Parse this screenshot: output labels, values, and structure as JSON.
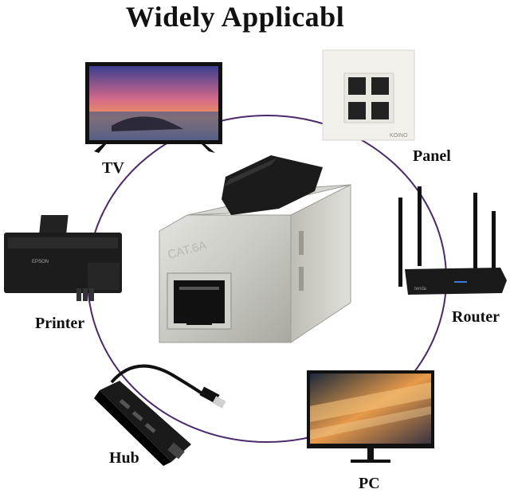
{
  "title": "Widely Applicabl",
  "connector": {
    "marking": "CAT.6A"
  },
  "devices": {
    "tv": {
      "label": "TV"
    },
    "panel": {
      "label": "Panel",
      "brand": "KOINO"
    },
    "router": {
      "label": "Router",
      "brand": "tenda"
    },
    "printer": {
      "label": "Printer",
      "brand": "EPSON"
    },
    "hub": {
      "label": "Hub"
    },
    "pc": {
      "label": "PC"
    }
  },
  "colors": {
    "ring": "#4b2a6b",
    "label": "#111111"
  }
}
